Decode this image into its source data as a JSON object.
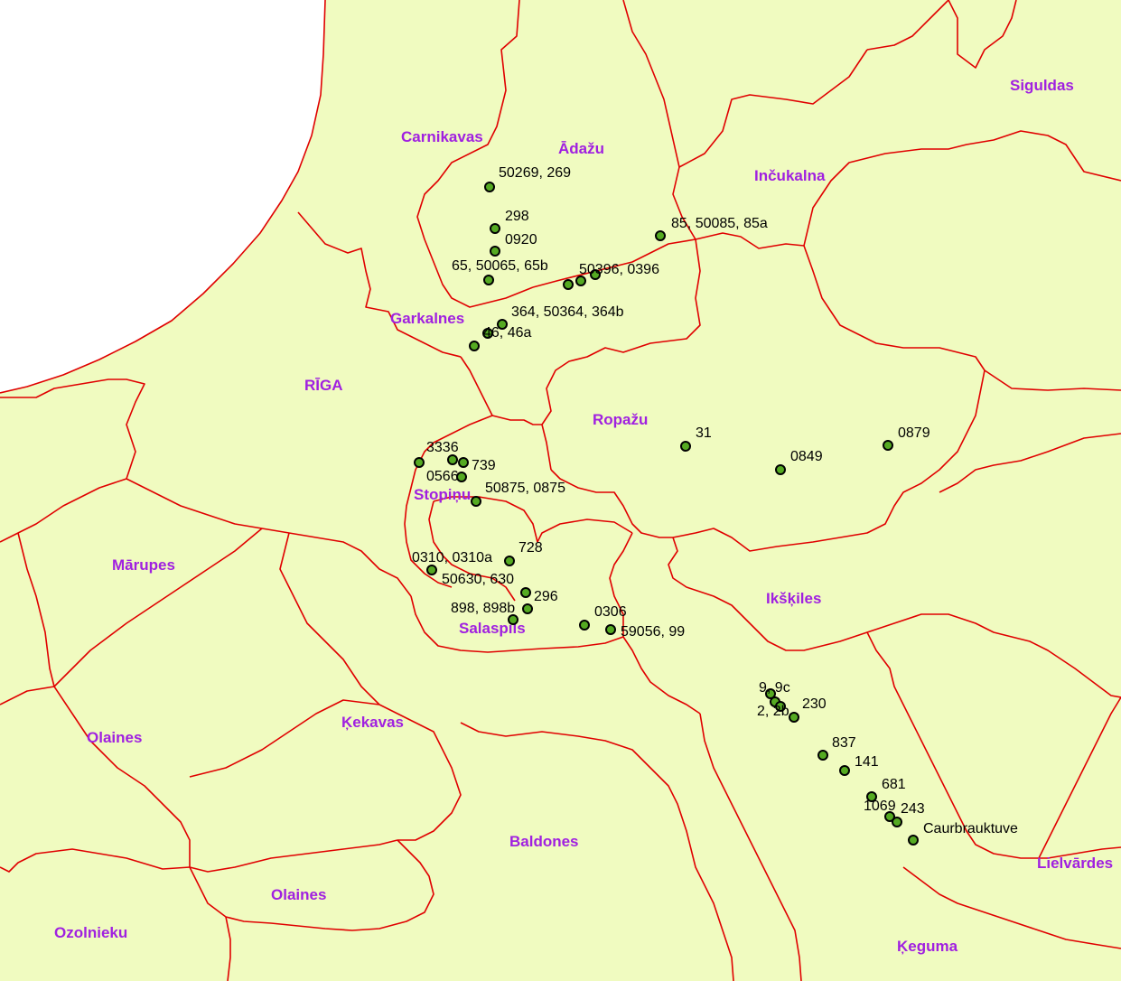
{
  "colors": {
    "land": "#f0fbc0",
    "border": "#e00000",
    "region_label": "#a020e0",
    "point_fill": "#55aa22",
    "point_stroke": "#000000"
  },
  "regions": [
    {
      "id": "siguldas",
      "label": "Siguldas"
    },
    {
      "id": "carnikavas",
      "label": "Carnikavas"
    },
    {
      "id": "adazu",
      "label": "Ādažu"
    },
    {
      "id": "incukalna",
      "label": "Inčukalna"
    },
    {
      "id": "garkalnes",
      "label": "Garkalnes"
    },
    {
      "id": "riga",
      "label": "RĪGA"
    },
    {
      "id": "ropazu",
      "label": "Ropažu"
    },
    {
      "id": "stopinu",
      "label": "Stopiņu"
    },
    {
      "id": "marupes",
      "label": "Mārupes"
    },
    {
      "id": "ikskiles",
      "label": "Ikšķiles"
    },
    {
      "id": "salaspils",
      "label": "Salaspils"
    },
    {
      "id": "olaines-west",
      "label": "Olaines"
    },
    {
      "id": "kekavas",
      "label": "Ķekavas"
    },
    {
      "id": "baldones",
      "label": "Baldones"
    },
    {
      "id": "olaines-south",
      "label": "Olaines"
    },
    {
      "id": "ozolnieku",
      "label": "Ozolnieku"
    },
    {
      "id": "keguma",
      "label": "Ķeguma"
    },
    {
      "id": "lielvardes",
      "label": "Lielvārdes"
    }
  ],
  "points": [
    {
      "id": "p1",
      "label": "50269, 269"
    },
    {
      "id": "p2",
      "label": "298"
    },
    {
      "id": "p3",
      "label": "0920"
    },
    {
      "id": "p4",
      "label": "65, 50065, 65b"
    },
    {
      "id": "p5",
      "label": "50396, 0396"
    },
    {
      "id": "p6",
      "label": "85, 50085, 85a"
    },
    {
      "id": "p7",
      "label": "364, 50364, 364b"
    },
    {
      "id": "p8",
      "label": "46, 46a"
    },
    {
      "id": "p9",
      "label": "3336"
    },
    {
      "id": "p10",
      "label": "0566"
    },
    {
      "id": "p11",
      "label": "739"
    },
    {
      "id": "p12",
      "label": "50875, 0875"
    },
    {
      "id": "p13",
      "label": "31"
    },
    {
      "id": "p14",
      "label": "0849"
    },
    {
      "id": "p15",
      "label": "0879"
    },
    {
      "id": "p16",
      "label": "728"
    },
    {
      "id": "p17",
      "label": "0310, 0310a"
    },
    {
      "id": "p18",
      "label": "50630, 630"
    },
    {
      "id": "p19",
      "label": "296"
    },
    {
      "id": "p20",
      "label": "898, 898b"
    },
    {
      "id": "p21",
      "label": "0306"
    },
    {
      "id": "p22",
      "label": "59056, 99"
    },
    {
      "id": "p23",
      "label": "9, 9c"
    },
    {
      "id": "p24",
      "label": "2, 2b"
    },
    {
      "id": "p25",
      "label": "230"
    },
    {
      "id": "p26",
      "label": "837"
    },
    {
      "id": "p27",
      "label": "141"
    },
    {
      "id": "p28",
      "label": "681"
    },
    {
      "id": "p29",
      "label": "1069"
    },
    {
      "id": "p30",
      "label": "243"
    },
    {
      "id": "p31",
      "label": "Caurbrauktuve"
    }
  ]
}
